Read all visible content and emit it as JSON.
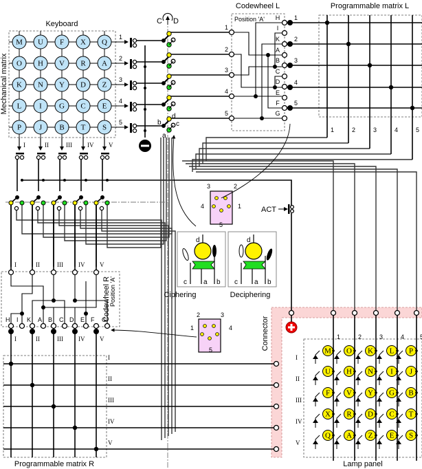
{
  "keyboard": {
    "title": "Keyboard",
    "side_label": "Mechanical matrix",
    "keys": [
      [
        "M",
        "U",
        "F",
        "X",
        "Q"
      ],
      [
        "O",
        "H",
        "V",
        "R",
        "A"
      ],
      [
        "K",
        "N",
        "Y",
        "D",
        "Z"
      ],
      [
        "L",
        "I",
        "G",
        "C",
        "E"
      ],
      [
        "P",
        "J",
        "B",
        "T",
        "S"
      ]
    ],
    "row_labels": [
      "1",
      "2",
      "3",
      "4",
      "5"
    ],
    "col_labels": [
      "I",
      "II",
      "III",
      "IV",
      "V"
    ],
    "key_color": "#bfe3f7"
  },
  "direction_switch": {
    "c_label": "C",
    "d_label": "D",
    "pin_labels": {
      "a": "a",
      "b": "b",
      "c": "c",
      "d": "d"
    }
  },
  "codewheel_l": {
    "title": "Codewheel L",
    "position_label": "Position 'A'",
    "left_pins": [
      "1",
      "2",
      "3",
      "4",
      "5"
    ],
    "right_pins": [
      "H",
      "I",
      "K",
      "A",
      "B",
      "C",
      "D",
      "E",
      "F",
      "G"
    ],
    "out_labels": [
      "1",
      "2",
      "3",
      "4",
      "5"
    ],
    "fill": "#f7d2f7"
  },
  "matrix_l": {
    "title": "Programmable matrix L",
    "col_labels": [
      "1",
      "2",
      "3",
      "4",
      "5"
    ],
    "fill": "#bfe3f7"
  },
  "codewheel_r": {
    "title": "Codewheel R",
    "position_label": "Position 'A'",
    "top_labels": [
      "I",
      "II",
      "III",
      "IV",
      "V"
    ],
    "bottom_pins": [
      "H",
      "I",
      "K",
      "A",
      "B",
      "C",
      "D",
      "E",
      "F",
      "G"
    ],
    "out_labels": [
      "I",
      "II",
      "III",
      "IV",
      "V"
    ]
  },
  "matrix_r": {
    "title": "Programmable matrix R",
    "row_labels": [
      "I",
      "II",
      "III",
      "IV",
      "V"
    ]
  },
  "connector_top": {
    "pins": [
      "2",
      "3",
      "4",
      "1",
      "5"
    ]
  },
  "connector_bottom": {
    "pins": [
      "2",
      "3",
      "1",
      "4",
      "5"
    ]
  },
  "act": {
    "label": "ACT"
  },
  "modes": {
    "ciphering": {
      "label": "Ciphering",
      "pins": [
        "c",
        "a",
        "b",
        "d"
      ]
    },
    "deciphering": {
      "label": "Deciphering",
      "pins": [
        "c",
        "a",
        "b",
        "d"
      ]
    }
  },
  "lamp_panel": {
    "title": "Lamp panel",
    "connector_label": "Connector",
    "lamps": [
      [
        "M",
        "O",
        "K",
        "L",
        "P"
      ],
      [
        "U",
        "H",
        "N",
        "I",
        "J"
      ],
      [
        "F",
        "V",
        "Y",
        "G",
        "B"
      ],
      [
        "X",
        "R",
        "D",
        "C",
        "T"
      ],
      [
        "Q",
        "A",
        "Z",
        "E",
        "S"
      ]
    ],
    "col_labels": [
      "1",
      "2",
      "3",
      "4",
      "5"
    ],
    "row_labels": [
      "I",
      "II",
      "III",
      "IV",
      "V"
    ],
    "lamp_color": "#fff200"
  },
  "power": {
    "plus": "+",
    "minus": "−"
  }
}
